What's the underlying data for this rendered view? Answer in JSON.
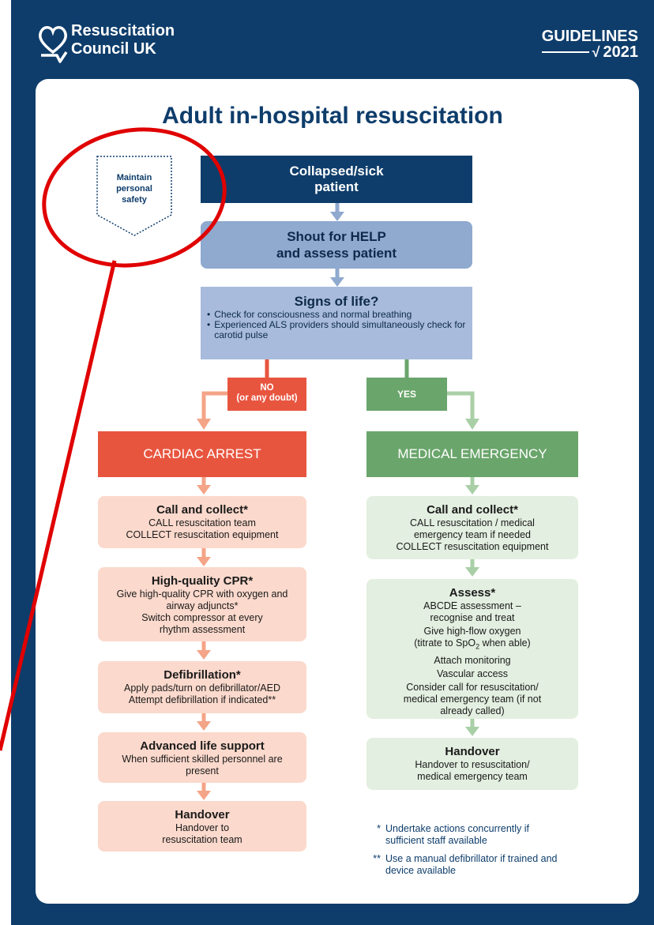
{
  "header": {
    "org_line1": "Resuscitation",
    "org_line2": "Council UK",
    "guidelines_word": "GUIDELINES",
    "guidelines_year": "2021"
  },
  "title": "Adult in-hospital resuscitation",
  "safety_badge": "Maintain personal safety",
  "flow": {
    "collapsed": "Collapsed/sick patient",
    "shout_line1": "Shout for HELP",
    "shout_line2": "and assess patient",
    "signs": {
      "title": "Signs of life?",
      "bullet1": "Check for consciousness and normal breathing",
      "bullet2": "Experienced ALS providers should simultaneously check for carotid pulse"
    },
    "no_label_line1": "NO",
    "no_label_line2": "(or any doubt)",
    "yes_label": "YES",
    "cardiac": {
      "header": "CARDIAC ARREST",
      "call_title": "Call and collect*",
      "call_l1": "CALL resuscitation team",
      "call_l2": "COLLECT resuscitation equipment",
      "cpr_title": "High-quality CPR*",
      "cpr_l1": "Give high-quality CPR with oxygen and airway adjuncts*",
      "cpr_l2": "Switch compressor at every rhythm assessment",
      "defib_title": "Defibrillation*",
      "defib_l1": "Apply pads/turn on defibrillator/AED",
      "defib_l2": "Attempt defibrillation if indicated**",
      "als_title": "Advanced life support",
      "als_l1": "When sufficient skilled personnel are present",
      "handover_title": "Handover",
      "handover_l1": "Handover to resuscitation team"
    },
    "medical": {
      "header": "MEDICAL EMERGENCY",
      "call_title": "Call and collect*",
      "call_l1": "CALL resuscitation / medical emergency team if needed",
      "call_l2": "COLLECT resuscitation equipment",
      "assess_title": "Assess*",
      "assess_l1": "ABCDE assessment – recognise and treat",
      "assess_l2a": "Give high-flow oxygen",
      "assess_l2b": "(titrate to SpO",
      "assess_l2sub": "2",
      "assess_l2c": " when able)",
      "assess_l3": "Attach monitoring",
      "assess_l4": "Vascular access",
      "assess_l5": "Consider call for resuscitation/ medical emergency team (if not already called)",
      "handover_title": "Handover",
      "handover_l1": "Handover to resuscitation/ medical emergency team"
    }
  },
  "footnotes": [
    {
      "mark": "*",
      "text": "Undertake actions concurrently if sufficient staff available"
    },
    {
      "mark": "**",
      "text": "Use a manual defibrillator if trained and device available"
    }
  ],
  "colors": {
    "navy": "#0e3d6b",
    "slate": "#8fa9cf",
    "slate_light": "#a8bbdc",
    "red": "#e8553f",
    "red_light": "#fbd9cc",
    "green": "#6aa56b",
    "green_light": "#e3efe0",
    "annotation": "#e00000"
  }
}
